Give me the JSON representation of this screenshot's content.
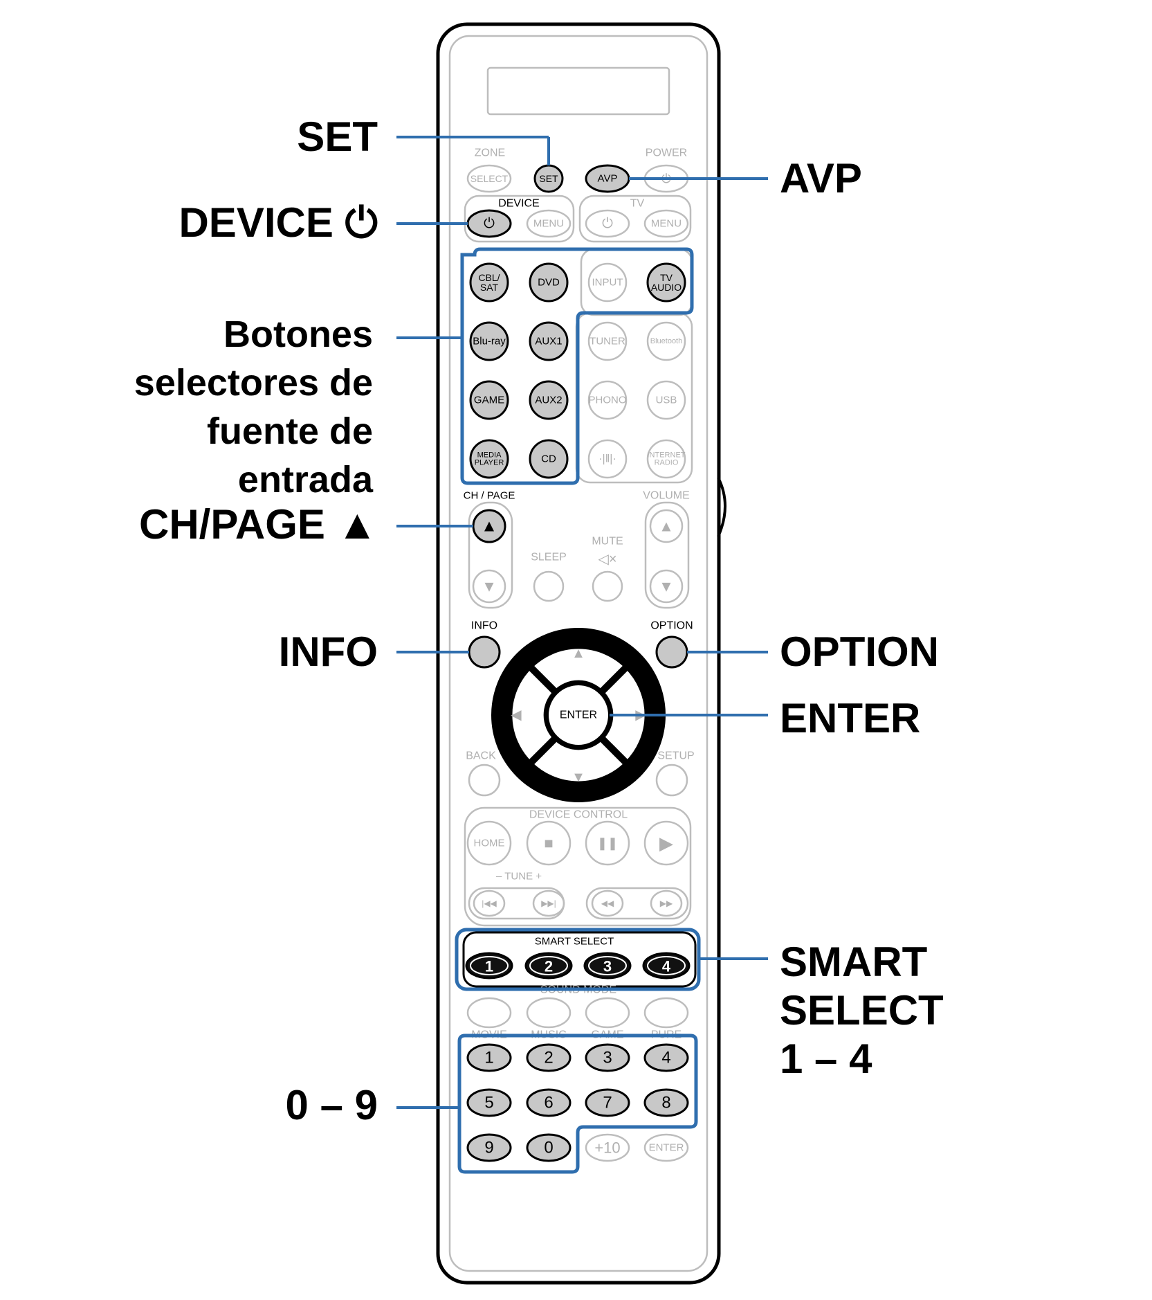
{
  "callouts": {
    "set": "SET",
    "device_power": "DEVICE ⏻",
    "source_select": [
      "Botones",
      "selectores de",
      "fuente de",
      "entrada"
    ],
    "ch_page_up": "CH/PAGE ▲",
    "info": "INFO",
    "avp": "AVP",
    "option": "OPTION",
    "enter": "ENTER",
    "smart_select": [
      "SMART",
      "SELECT",
      "1 – 4"
    ],
    "numbers": "0 – 9"
  },
  "remote": {
    "zone_label": "ZONE",
    "power_label": "POWER",
    "select_button": "SELECT",
    "set_button": "SET",
    "avp_button": "AVP",
    "device_label": "DEVICE",
    "tv_label": "TV",
    "menu_button": "MENU",
    "source_buttons": [
      [
        "CBL/",
        "SAT"
      ],
      [
        "DVD"
      ],
      [
        "INPUT"
      ],
      [
        "TV",
        "AUDIO"
      ],
      [
        "Blu-ray"
      ],
      [
        "AUX1"
      ],
      [
        "TUNER"
      ],
      [
        "Bluetooth"
      ],
      [
        "GAME"
      ],
      [
        "AUX2"
      ],
      [
        "PHONO"
      ],
      [
        "USB"
      ],
      [
        "MEDIA",
        "PLAYER"
      ],
      [
        "CD"
      ],
      [
        ""
      ],
      [
        "INTERNET",
        "RADIO"
      ]
    ],
    "ch_page_label": "CH / PAGE",
    "volume_label": "VOLUME",
    "sleep_label": "SLEEP",
    "mute_label": "MUTE",
    "info_label": "INFO",
    "option_label": "OPTION",
    "enter_button": "ENTER",
    "back_label": "BACK",
    "setup_label": "SETUP",
    "device_control_label": "DEVICE CONTROL",
    "home_button": "HOME",
    "tune_label": "–   TUNE   +",
    "smart_select_label": "SMART SELECT",
    "smart_buttons": [
      "1",
      "2",
      "3",
      "4"
    ],
    "sound_mode_label": "SOUND MODE",
    "sound_modes": [
      "MOVIE",
      "MUSIC",
      "GAME",
      "PURE"
    ],
    "number_buttons": [
      "1",
      "2",
      "3",
      "4",
      "5",
      "6",
      "7",
      "8",
      "9",
      "0",
      "+10",
      "ENTER"
    ]
  },
  "colors": {
    "highlight_blue": "#2f6eae",
    "active_button": "#c8c8c8",
    "faded_outline": "#bdbdbd",
    "faded_text": "#b0b0b0",
    "dark_button": "#111111"
  }
}
